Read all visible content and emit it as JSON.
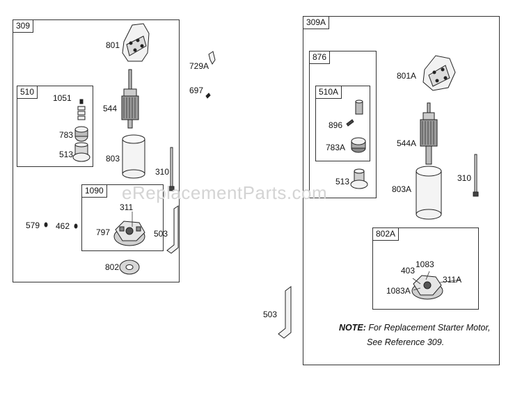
{
  "watermark": "eReplacementParts.com",
  "groups": {
    "g309": "309",
    "g510": "510",
    "g1090": "1090",
    "g309A": "309A",
    "g876": "876",
    "g510A": "510A",
    "g802A": "802A"
  },
  "labels": {
    "p801": "801",
    "p729A": "729A",
    "p697": "697",
    "p1051": "1051",
    "p544": "544",
    "p783": "783",
    "p513": "513",
    "p803": "803",
    "p310": "310",
    "p311": "311",
    "p579": "579",
    "p462": "462",
    "p797": "797",
    "p503": "503",
    "p802": "802",
    "p503b": "503",
    "p801A": "801A",
    "p896": "896",
    "p544A": "544A",
    "p783A": "783A",
    "p513b": "513",
    "p310b": "310",
    "p803A": "803A",
    "p403": "403",
    "p1083": "1083",
    "p1083A": "1083A",
    "p311A": "311A"
  },
  "note": {
    "prefix": "NOTE:",
    "line1": "For Replacement Starter Motor,",
    "line2": "See Reference 309."
  }
}
